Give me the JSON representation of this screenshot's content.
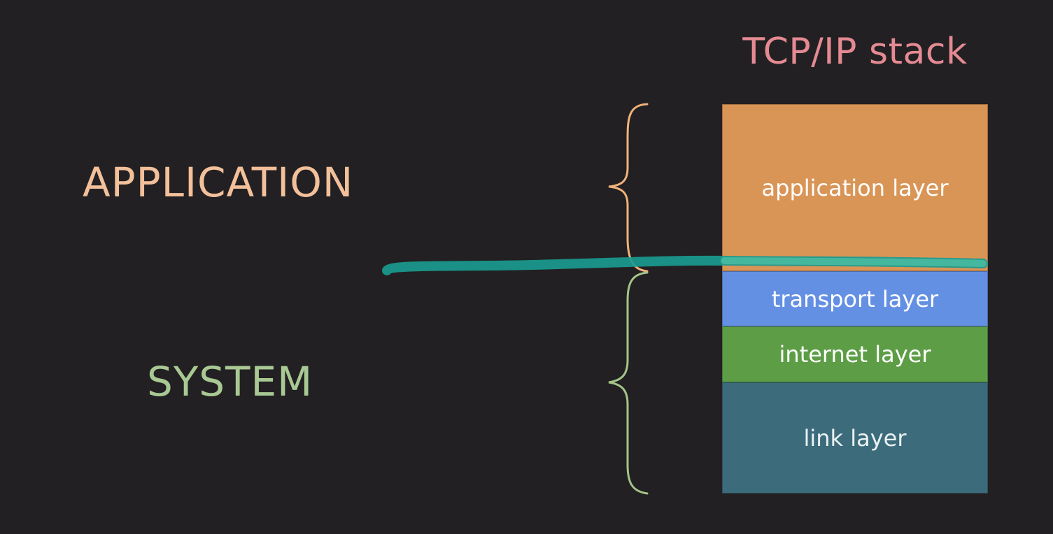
{
  "stack_title": "TCP/IP stack",
  "groups": {
    "application": "APPLICATION",
    "system": "SYSTEM"
  },
  "layers": [
    {
      "label": "application layer"
    },
    {
      "label": "transport layer"
    },
    {
      "label": "internet layer"
    },
    {
      "label": "link layer"
    }
  ],
  "colors": {
    "title": "#e58a93",
    "application_group": "#f2c09a",
    "system_group": "#a9c994",
    "application_layer": "#d99556",
    "transport_layer": "#6490e4",
    "internet_layer": "#5d9d46",
    "link_layer": "#3c6c7b",
    "divider_stroke": "#1a9a8f"
  }
}
